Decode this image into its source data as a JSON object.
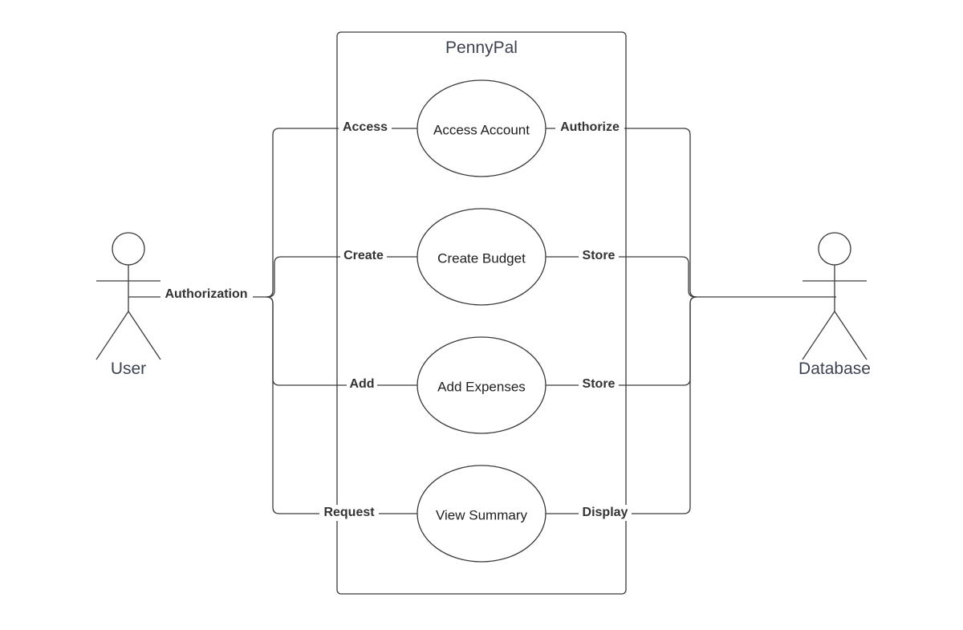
{
  "system": {
    "title": "PennyPal"
  },
  "actors": {
    "user": {
      "label": "User"
    },
    "database": {
      "label": "Database"
    }
  },
  "use_cases": [
    {
      "label": "Access Account",
      "left_edge": "Access",
      "right_edge": "Authorize"
    },
    {
      "label": "Create Budget",
      "left_edge": "Create",
      "right_edge": "Store"
    },
    {
      "label": "Add Expenses",
      "left_edge": "Add",
      "right_edge": "Store"
    },
    {
      "label": "View Summary",
      "left_edge": "Request",
      "right_edge": "Display"
    }
  ],
  "user_link_label": "Authorization",
  "colors": {
    "stroke": "#3a3a3a",
    "title": "#3c4250",
    "background": "#ffffff"
  }
}
